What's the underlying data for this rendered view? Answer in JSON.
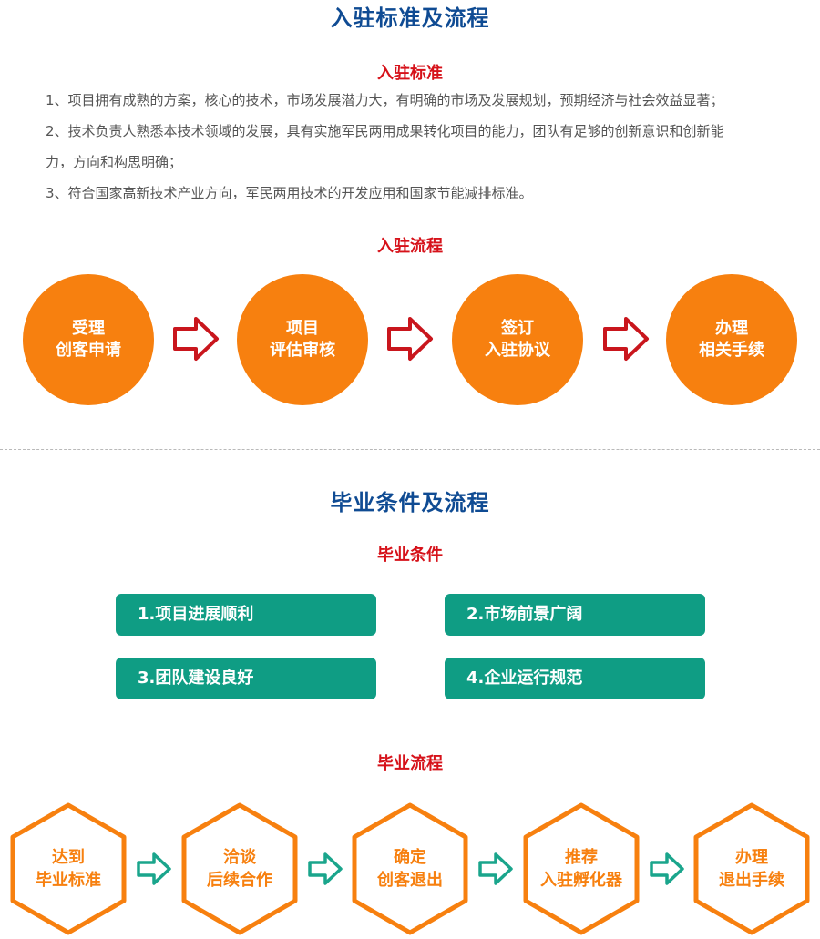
{
  "settle": {
    "title": "入驻标准及流程",
    "standard": {
      "heading": "入驻标准",
      "lines": [
        "1、项目拥有成熟的方案，核心的技术，市场发展潜力大，有明确的市场及发展规划，预期经济与社会效益显著；",
        "2、技术负责人熟悉本技术领域的发展，具有实施军民两用成果转化项目的能力，团队有足够的创新意识和创新能",
        "力，方向和构思明确；",
        "3、符合国家高新技术产业方向，军民两用技术的开发应用和国家节能减排标准。"
      ]
    },
    "process": {
      "heading": "入驻流程",
      "steps": [
        {
          "line1": "受理",
          "line2": "创客申请"
        },
        {
          "line1": "项目",
          "line2": "评估审核"
        },
        {
          "line1": "签订",
          "line2": "入驻协议"
        },
        {
          "line1": "办理",
          "line2": "相关手续"
        }
      ]
    }
  },
  "graduate": {
    "title": "毕业条件及流程",
    "conditions": {
      "heading": "毕业条件",
      "items": [
        "1.项目进展顺利",
        "2.市场前景广阔",
        "3.团队建设良好",
        "4.企业运行规范"
      ]
    },
    "process": {
      "heading": "毕业流程",
      "steps": [
        {
          "line1": "达到",
          "line2": "毕业标准"
        },
        {
          "line1": "洽谈",
          "line2": "后续合作"
        },
        {
          "line1": "确定",
          "line2": "创客退出"
        },
        {
          "line1": "推荐",
          "line2": "入驻孵化器"
        },
        {
          "line1": "办理",
          "line2": "退出手续"
        }
      ]
    }
  },
  "colors": {
    "title_blue": "#0f4b93",
    "heading_red": "#d6121a",
    "orange": "#f7800f",
    "teal": "#0f9d84",
    "arrow_red": "#c9161d",
    "arrow_green": "#1aa58c"
  },
  "icons": {
    "settle_arrow": "red-outline-right-arrow",
    "graduate_arrow": "green-outline-right-arrow"
  }
}
